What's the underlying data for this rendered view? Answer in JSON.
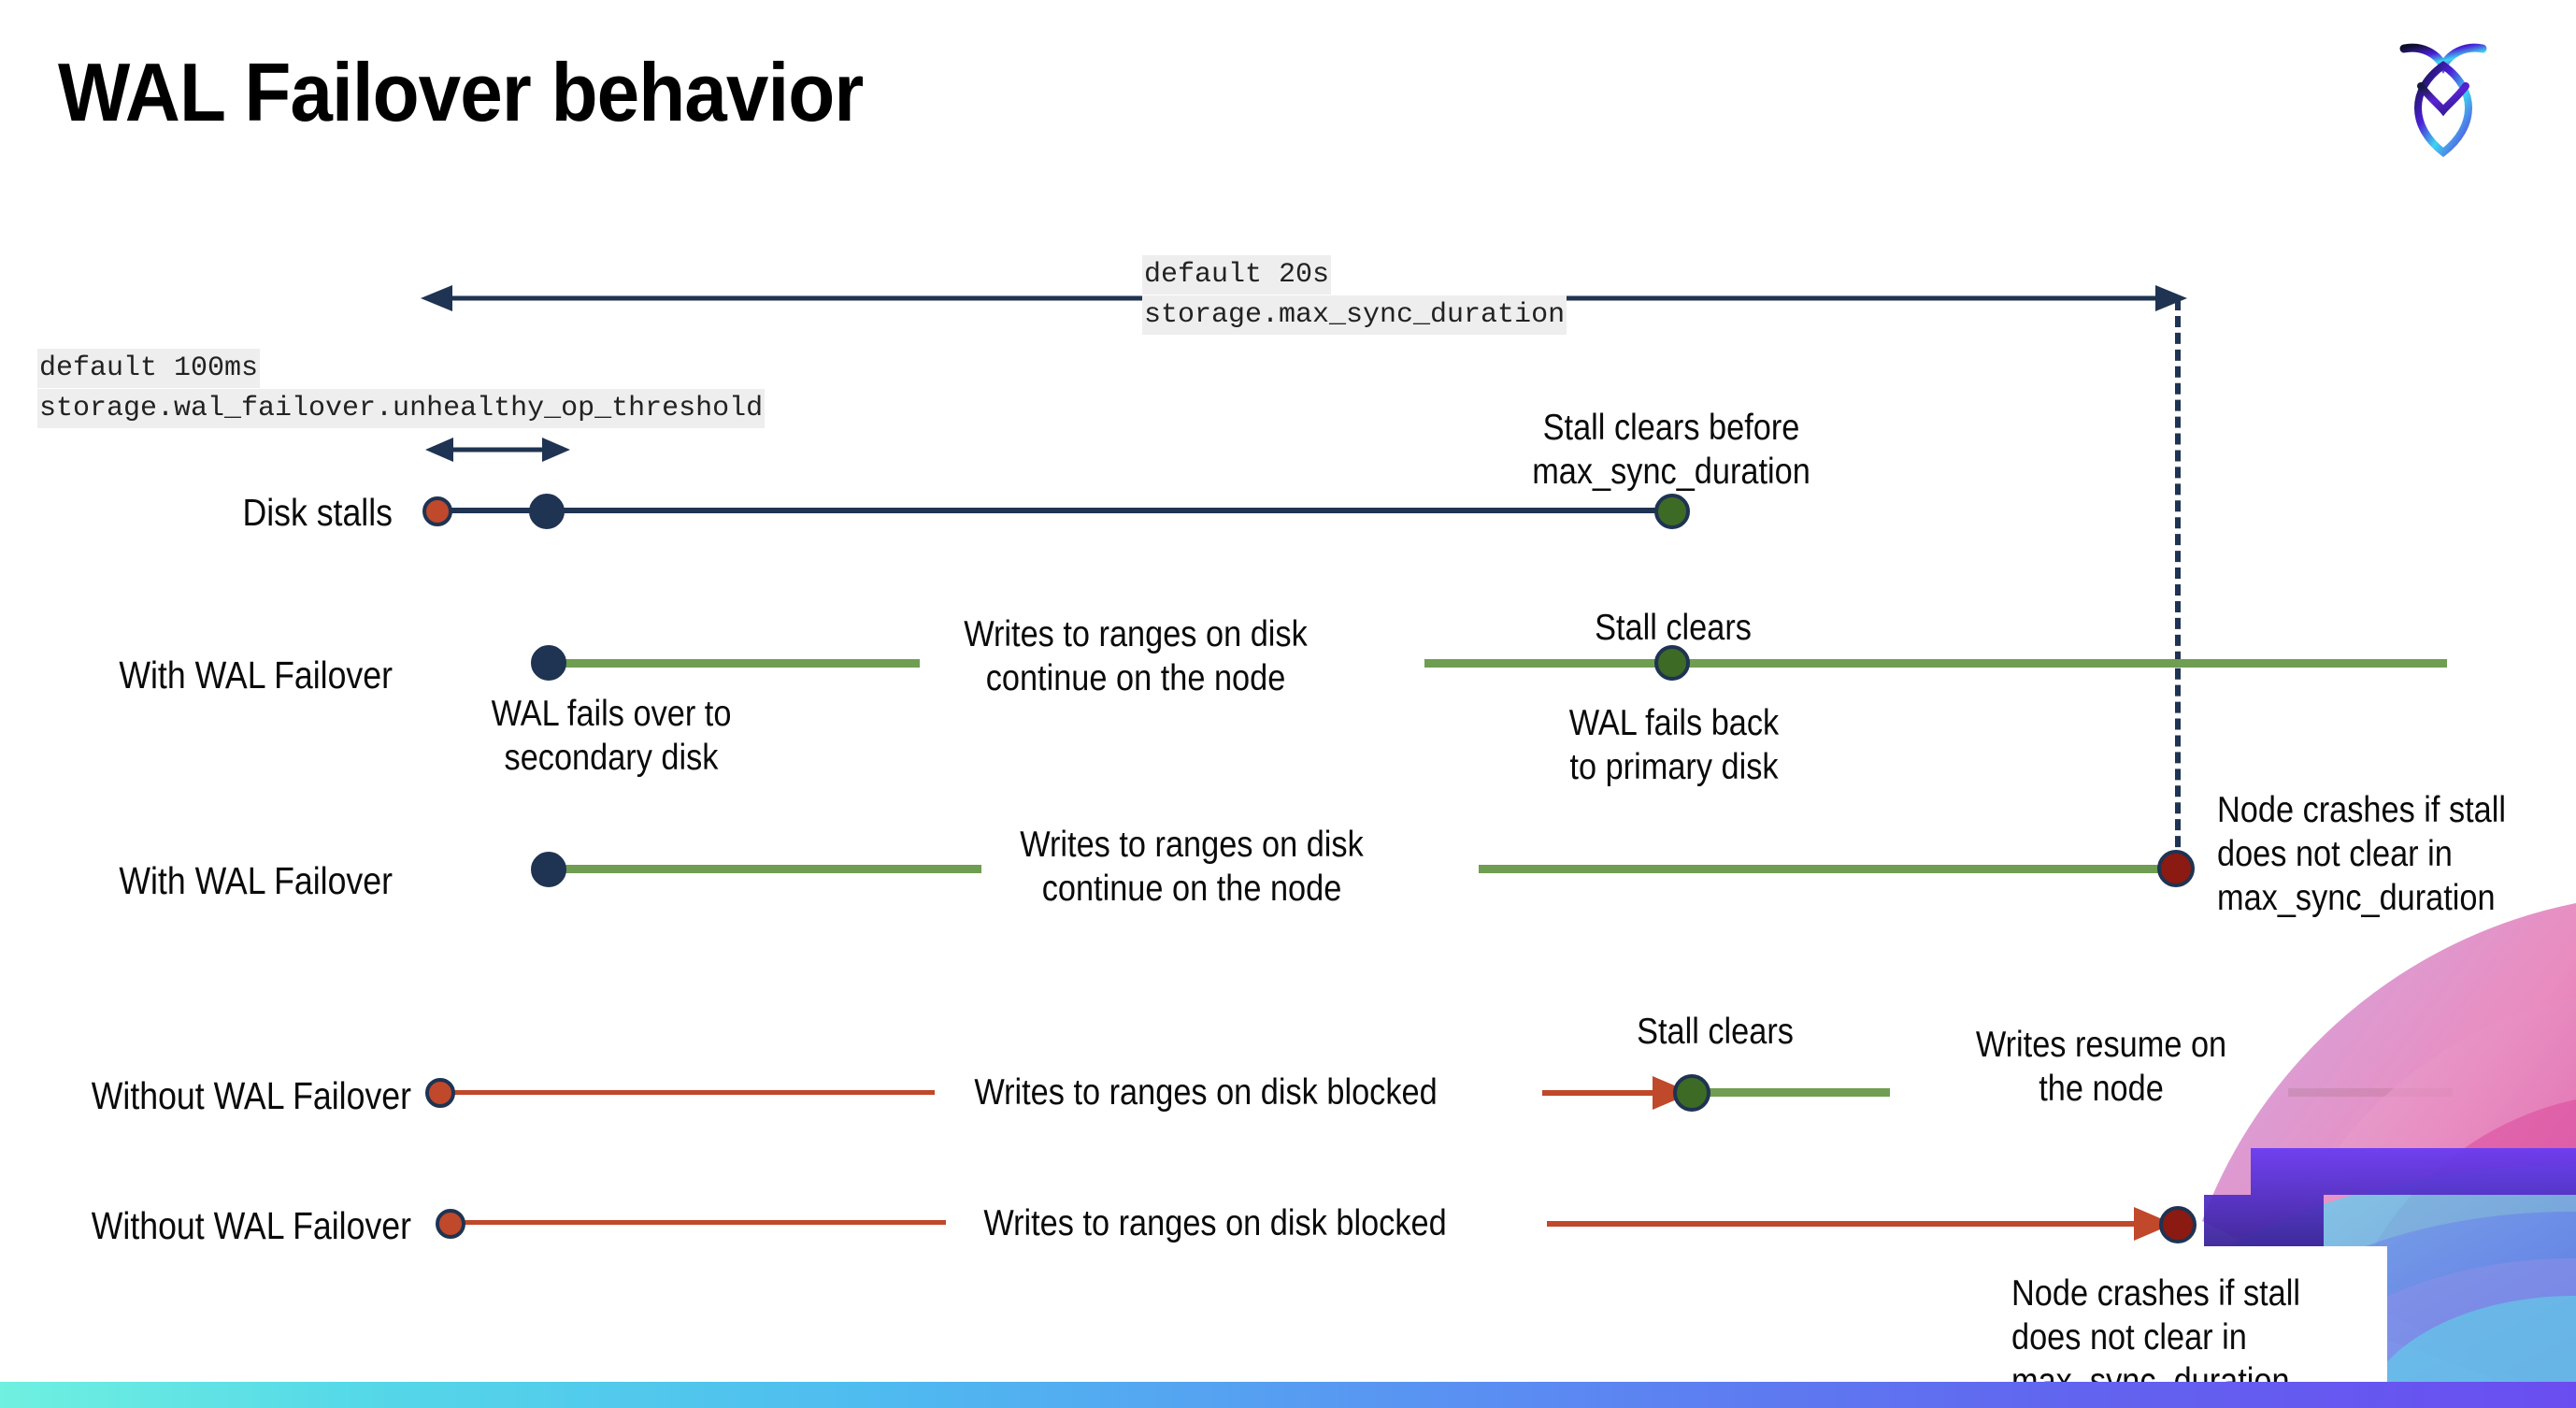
{
  "page": {
    "title": "WAL Failover behavior",
    "logo_name": "cockroachdb-logo"
  },
  "colors": {
    "navy": "#1f3352",
    "red": "#c0482b",
    "green_line": "#6f9e52",
    "green_dot": "#3d6b25",
    "dark_red_dot": "#8b1a12",
    "chip_bg": "#eeeeee"
  },
  "settings": {
    "max_sync_duration": {
      "default_label": "default 20s",
      "setting_name": "storage.max_sync_duration"
    },
    "unhealthy_op_threshold": {
      "default_label": "default 100ms",
      "setting_name": "storage.wal_failover.unhealthy_op_threshold"
    }
  },
  "rows": [
    {
      "id": "disk-stalls",
      "label": "Disk stalls",
      "annotations": [
        "Stall clears before\nmax_sync_duration"
      ]
    },
    {
      "id": "with-wal-failover-clears",
      "label": "With WAL Failover",
      "annotations": [
        "WAL fails over to\nsecondary disk",
        "Writes to ranges on disk\ncontinue on the node",
        "Stall clears",
        "WAL fails  back\nto primary disk"
      ]
    },
    {
      "id": "with-wal-failover-crash",
      "label": "With WAL Failover",
      "annotations": [
        "Writes to ranges on disk\ncontinue on the node",
        "Node crashes if stall\ndoes not clear in\nmax_sync_duration"
      ]
    },
    {
      "id": "without-wal-failover-clears",
      "label": "Without WAL Failover",
      "annotations": [
        "Writes to ranges on disk  blocked",
        "Stall clears",
        "Writes resume on\nthe node"
      ]
    },
    {
      "id": "without-wal-failover-crash",
      "label": "Without WAL Failover",
      "annotations": [
        "Writes to ranges on disk  blocked",
        "Node crashes if stall\ndoes not clear in\nmax_sync_duration"
      ]
    }
  ],
  "labels": {
    "disk_stalls": "Disk stalls",
    "with_wal_failover_1": "With WAL Failover",
    "with_wal_failover_2": "With WAL Failover",
    "without_wal_failover_1": "Without WAL Failover",
    "without_wal_failover_2": "Without WAL Failover",
    "stall_clears_before_max": "Stall clears before\nmax_sync_duration",
    "wal_fails_over": "WAL fails over to\nsecondary disk",
    "writes_continue_1": "Writes to ranges on disk\ncontinue on the node",
    "stall_clears_r2": "Stall clears",
    "wal_fails_back": "WAL fails  back\nto primary disk",
    "writes_continue_2": "Writes to ranges on disk\ncontinue on the node",
    "node_crashes_r3": "Node crashes if stall\ndoes not clear in\nmax_sync_duration",
    "writes_blocked_1": "Writes to ranges on disk  blocked",
    "stall_clears_r4": "Stall clears",
    "writes_resume": "Writes resume on\nthe node",
    "writes_blocked_2": "Writes to ranges on disk  blocked",
    "node_crashes_r5": "Node crashes if stall\ndoes not clear in\nmax_sync_duration"
  }
}
